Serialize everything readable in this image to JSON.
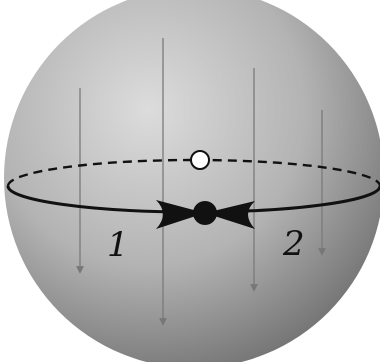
{
  "diagram": {
    "labels": {
      "left": "1",
      "right": "2"
    },
    "colors": {
      "sphere_light": "#d6d6d6",
      "sphere_mid": "#a8a8a8",
      "sphere_dark": "#6f6f6f",
      "line": "#111111",
      "arrow": "#777777"
    },
    "elements": {
      "open_point": "open-circle",
      "filled_point": "filled-circle",
      "pinch_marker": "bowtie-marker"
    }
  }
}
